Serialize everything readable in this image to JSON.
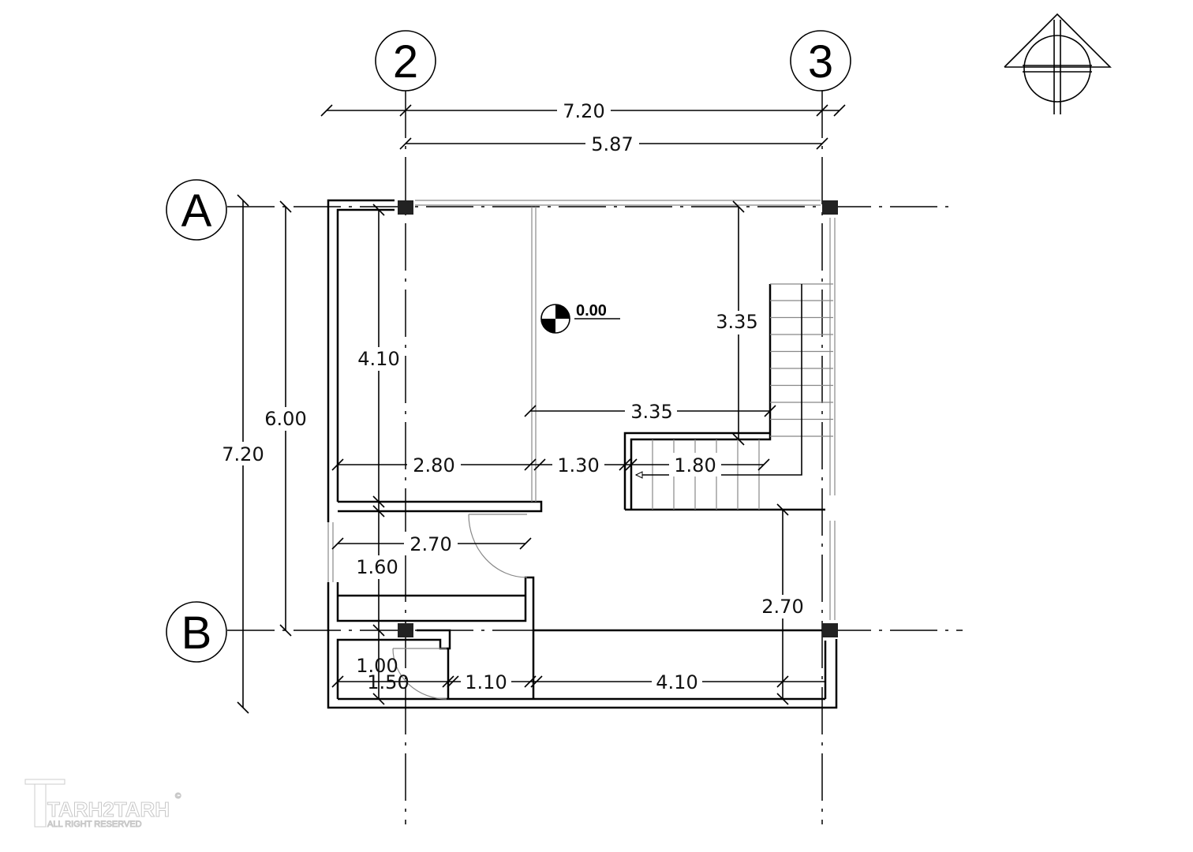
{
  "grid": {
    "col_2": "2",
    "col_3": "3",
    "row_a": "A",
    "row_b": "B"
  },
  "level_mark": "0.00",
  "dimensions": {
    "overall_width": "7.20",
    "axis_width": "5.87",
    "overall_height": "7.20",
    "axis_height": "6.00",
    "room_height": "4.10",
    "stair_height": "3.35",
    "stair_width": "3.35",
    "room_width": "2.80",
    "gap": "1.30",
    "stair_run": "1.80",
    "hall_width": "2.70",
    "hall_height": "1.60",
    "right_height": "2.70",
    "wc_height": "1.00",
    "wc_width": "1.50",
    "store_width": "1.10",
    "bottom_width": "4.10"
  },
  "watermark": {
    "brand": "TARH2TARH",
    "tagline": "ALL RIGHT RESERVED",
    "copyright": "©"
  }
}
